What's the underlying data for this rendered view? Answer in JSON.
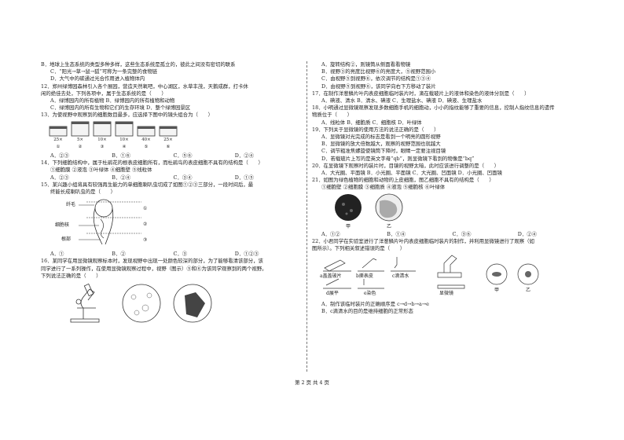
{
  "left": {
    "lines": [
      "B．地球上生态系统的类型多种多样，这些生态系统是孤立的，彼此之间没有密切的联系",
      "C．“阳光→草→鼠→狐”可称为一条完整的食物链",
      "D．大气中的碳通过光合作用进入植物体内",
      "12．郑州绿博园森林引入各个展园，营造天然氧吧，中心湖区，水草丰茂，天鹅成群，打卡休",
      "闲的绝佳去处，下列各项中，属于生态系统的是（　　）",
      "A．绿博园内的所有植物                    B．绿博园内的所有植物和动物",
      "C．绿博园内的所有生物和它们的生存环境    D．整个绿博园景区",
      "13．为使视野中观察到的细胞数目最多，应选择下图中的镜头组合为（　　）"
    ],
    "lenses": [
      {
        "mag": "25×",
        "num": "①"
      },
      {
        "mag": "5×",
        "num": "②"
      },
      {
        "mag": "10×",
        "num": "③"
      },
      {
        "mag": "10×",
        "num": "④"
      },
      {
        "mag": "40×",
        "num": "⑤"
      },
      {
        "mag": "25×",
        "num": "⑥"
      }
    ],
    "q13_opts": [
      "A．②③",
      "B．①⑥",
      "C．⑤⑥",
      "D．②④"
    ],
    "q14": [
      "14．下列细胞结构中，属于杜鹃花的根表皮细胞所有，而杜鹃鸟的表皮细胞不具有的结构是（　　）",
      "①细胞膜      ②液泡      ③叶绿体      ④细胞壁      ⑤线粒体"
    ],
    "q14_opts": [
      "A．②③",
      "B．②④",
      "C．③④",
      "D．①⑤"
    ],
    "q15": [
      "15．某兴趣小组将具有较强再生能力的单细胞喇叭虫切成了如图①②③三部分，一段时间后，最",
      "终能长成喇叭虫的是（　　）"
    ],
    "fig15_labels": [
      "纤毛",
      "细胞核",
      "根部",
      "①",
      "②",
      "③"
    ],
    "q15_opts": [
      "A．①",
      "B．②",
      "C．③",
      "D．①②③"
    ],
    "q16": [
      "16．某同学在用显微镜观察标本时，发现视野中出现一处颜色较深的部分，为了能够看清该部分，该",
      "同学进行了一系列操作，在使用显微镜观察过程中，视野（图示）⑤和⑥为该同学观察到的两个视野。",
      "下列说法正确的是（　　）"
    ]
  },
  "right": {
    "lines": [
      "A．旋转结构②，则镜筒从侧面看看物镜",
      "B．视野③的亮度比视野⑥的亮度大，⑤视野范围小",
      "C．由视野⑤到视野⑥，依次调节的结构是①③④",
      "D．由视野⑤到视野⑥，该同学向右下方移动了装片",
      "17．在制作洋葱鳞片叶内表皮细胞临时装片时，滴在载玻片上的液体和染色的液体分别是（　　）",
      "A．碘液、清水       B．清水、碘液       C．生理盐水、碘液       D．碘液、生理盐水",
      "18．小明通过显微镜观察发现多数细胞手机的细胞动，小小的指纹能够了重要的信息，控制人指纹信息的遗传",
      "物质位于（　　）",
      "A．线粒体             B．细胞质             C．细胞核             D．叶绿体",
      "19．下列关于显微镜的使用方法的说法正确的是（　　）",
      "A．显微镜对光完成的标志是看到一个明亮的圆形视野",
      "B．显微镜的放大倍数越大，观察的视野范围也就越大",
      "C．调节粗准焦螺旋使镜筒下降时，眼睛一定要注视目镜",
      "D．若载玻片上写的是英文字母“qb”，则显微镜下看到的物像是“bq”",
      "20．在显微镜下观察时的装片时，目镜的视野太暗，此时应该进行调整的是（　　）",
      "A．大光圈、平面镜       B．小光圈、平面镜       C．大光圈、凹面镜       D．小光圈、凹面镜",
      "21．如图为绿色植物的细胞和动物的上皮细胞，图乙细胞不具有的结构是（　　）",
      "①细胞壁  ②细胞膜  ③细胞质  ④液泡  ⑤细胞核  ⑥叶绿体"
    ],
    "fig21_labels": [
      "甲",
      "乙"
    ],
    "q21_opts": [
      "A．①②",
      "B．①④",
      "C．③⑥",
      "D．②④"
    ],
    "q22": [
      "22．小君同学在实验室进行了洋葱鳞片叶内表皮细胞临时装片的制作，并利用显微镜进行了观察（如",
      "图所示）。下列相关叙述错误的是（　　）"
    ],
    "fig22_labels": [
      "a盖盖玻片",
      "b撕表皮",
      "c滴清水",
      "d展平",
      "e染色",
      "显微镜",
      "甲",
      "乙"
    ],
    "q22_opts": [
      "A．制作该临时装片的正确顺序是 c→d→b→a→e",
      "B．c滴清水的目的是维持细胞的正常形态"
    ]
  },
  "footer": "第 2 页 共 4 页"
}
